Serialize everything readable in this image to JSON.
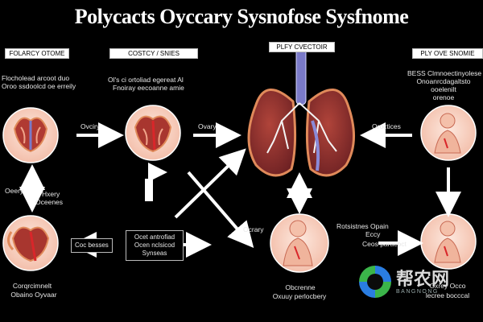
{
  "title": "Polycacts Oyccary Sysnofose Sysfnome",
  "panels": {
    "top_left": {
      "header": "FOLARCY OTOME",
      "desc_line1": "Flocholead arcoot duo",
      "desc_line2": "Oroo ssdoolcd oe erreily"
    },
    "top_center": {
      "header": "COSTCY / SNIES",
      "desc_line1": "Ol's ci ortoliad egereat Al",
      "desc_line2": "Fnoiray eecoanne amie"
    },
    "top_center_lung": {
      "header": "PLFY CVECTOIR"
    },
    "top_right": {
      "header": "PLY OVE SNOMIE",
      "desc_line1": "BESS Clmnoectinyolese",
      "desc_line2": "Onoanrcdagaltsto",
      "desc_line3": "ooelenilt",
      "desc_line4": "orenoe"
    }
  },
  "labels": {
    "arrow_ovary": "Ovciry",
    "arrow_ovary2": "Ovary",
    "arrow_procedures": "Oroctices",
    "left_mid_1": "Oeery",
    "left_mid_2": "Hxery",
    "left_mid_3": "Oceenes",
    "left_bottom_1": "Corqrcimnelt",
    "left_bottom_2": "Obaino Oyvaar",
    "box_left": "Coc besses",
    "box_center_1": "Ocet antrofiad",
    "box_center_2": "Ocen nclsicod",
    "box_center_3": "Synseas",
    "center_bottom_ovary": "Ocrary",
    "center_bottom_1": "Obcrenne",
    "center_bottom_2": "Oxuuy perlocbery",
    "right_mid_1": "Rotsistnes Opain",
    "right_mid_2": "Eccy",
    "right_box": "Ceos paracoct",
    "right_bottom_1": "Oxrey Occo",
    "right_bottom_2": "lecree bocccal"
  },
  "watermark": {
    "big": "帮农网",
    "small": "BANGNONG"
  },
  "colors": {
    "background": "#000000",
    "organ_tissue": "#8b2a2a",
    "organ_outline": "#e08a5a",
    "skin": "#f7d3c2",
    "accent_red": "#d9262a",
    "vessel_blue": "#7a7ac8"
  }
}
